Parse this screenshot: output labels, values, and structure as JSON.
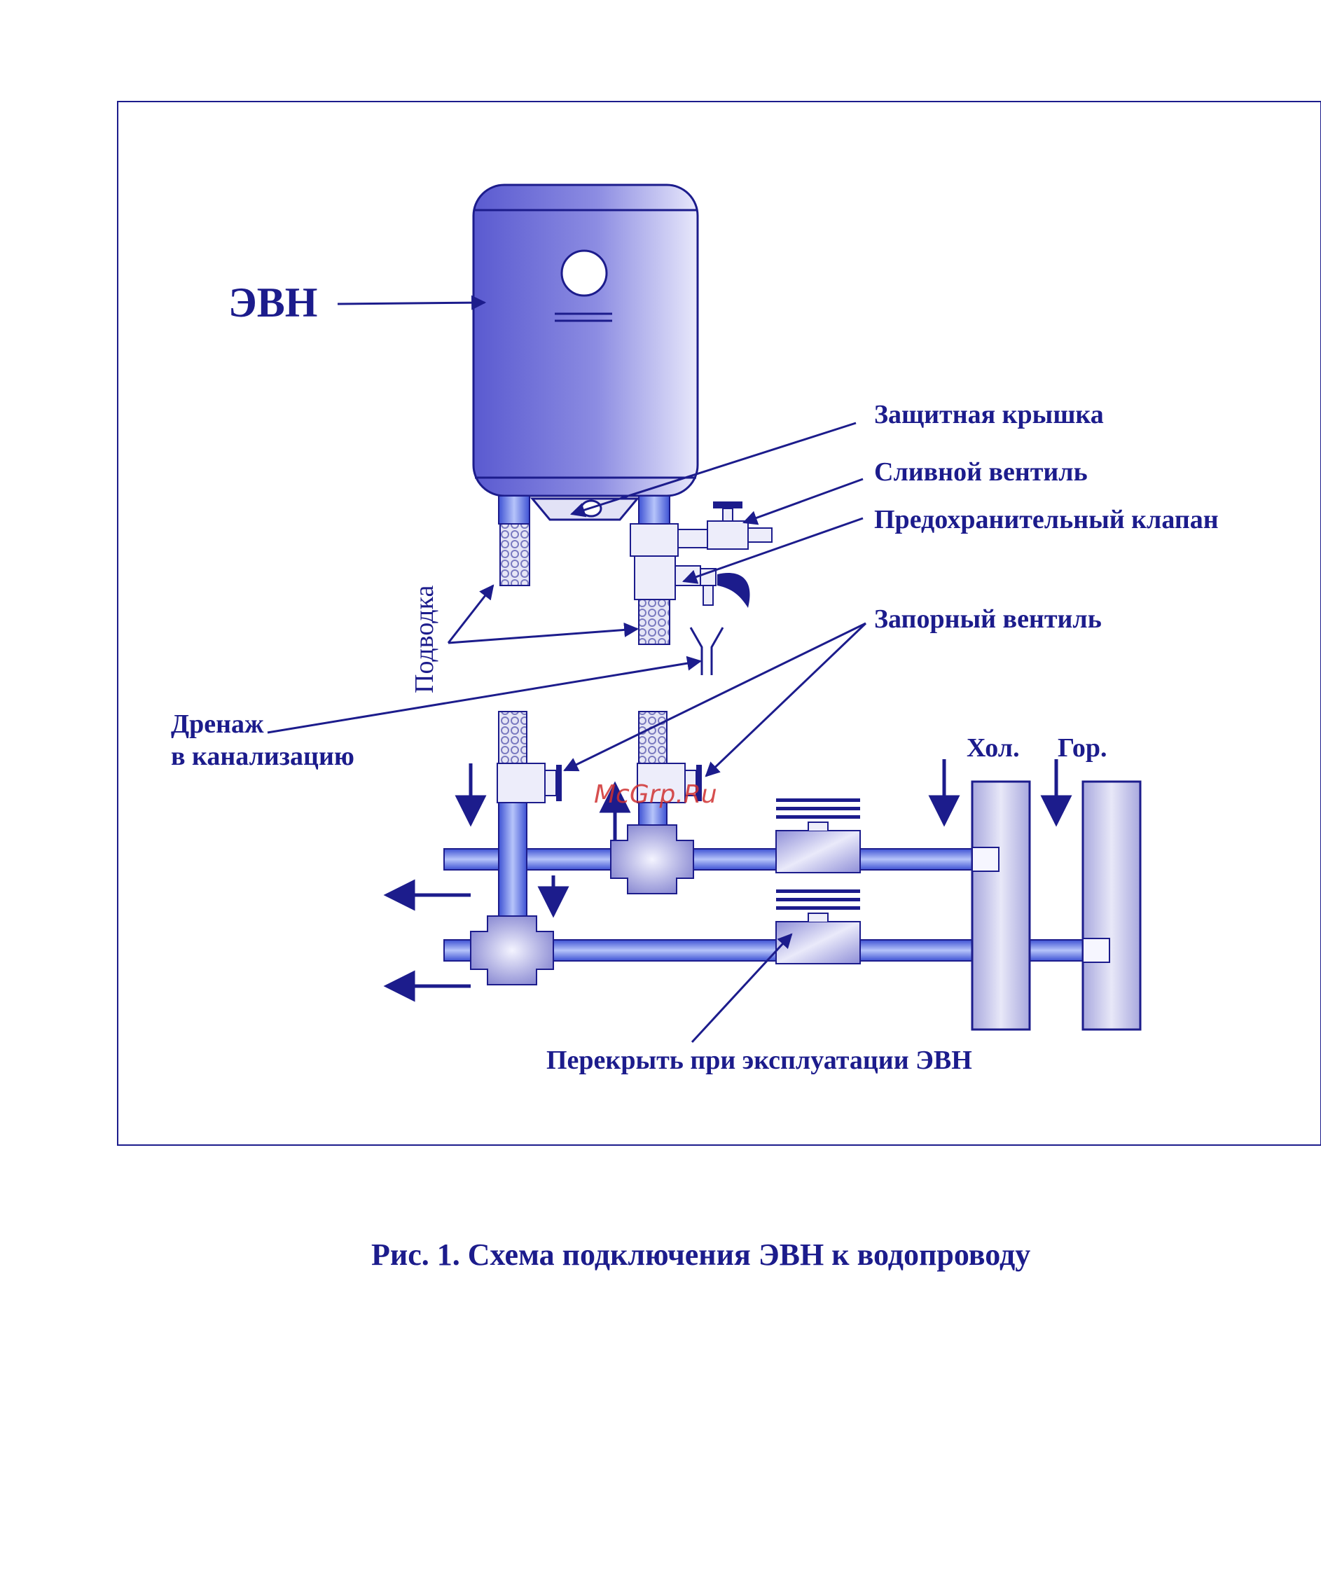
{
  "diagram": {
    "labels": {
      "heater": "ЭВН",
      "protective_cover": "Защитная крышка",
      "drain_valve": "Сливной вентиль",
      "safety_valve": "Предохранительный клапан",
      "supply_hoses": "Подводка",
      "shutoff_valve": "Запорный вентиль",
      "drain_line1": "Дренаж",
      "drain_line2": "в канализацию",
      "cold": "Хол.",
      "hot": "Гор.",
      "close_note": "Перекрыть при эксплуатации ЭВН"
    },
    "caption": "Рис. 1.  Схема подключения ЭВН к водопроводу",
    "watermark": "McGrp.Ru"
  },
  "colors": {
    "ink": "#1c1c8c",
    "tank_dark": "#5a5ad0",
    "tank_light": "#e4e4fa",
    "pipe": "#4c64e0"
  }
}
